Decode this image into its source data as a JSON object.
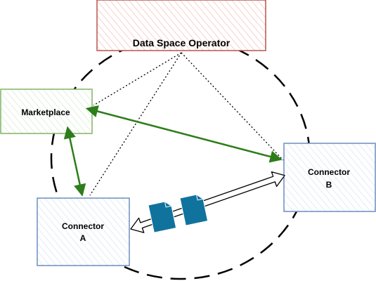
{
  "nodes": {
    "operator": {
      "label": "Data Space Operator"
    },
    "marketplace": {
      "label": "Marketplace"
    },
    "connector_a": {
      "line1": "Connector",
      "line2": "A"
    },
    "connector_b": {
      "line1": "Connector",
      "line2": "B"
    }
  },
  "colors": {
    "operator_fill": "#f8cecc",
    "operator_stroke": "#b85450",
    "marketplace_fill": "#d5e8d4",
    "marketplace_stroke": "#82b366",
    "connector_fill": "#dae8fc",
    "connector_stroke": "#6c8ebf",
    "green_arrow": "#2d7d1a",
    "document_fill": "#10739e",
    "document_stroke": "#ffffff"
  }
}
